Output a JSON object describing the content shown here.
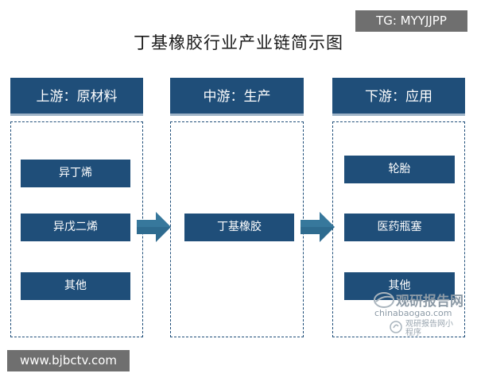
{
  "title": "丁基橡胶行业产业链简示图",
  "tag": "TG: MYYJJPP",
  "footer_url": "www.bjbctv.com",
  "columns": [
    {
      "header": "上游：原材料",
      "items": [
        "异丁烯",
        "异戊二烯",
        "其他"
      ]
    },
    {
      "header": "中游：生产",
      "items": [
        "丁基橡胶"
      ]
    },
    {
      "header": "下游：应用",
      "items": [
        "轮胎",
        "医药瓶塞",
        "其他"
      ]
    }
  ],
  "watermark": {
    "name": "观研报告网",
    "domain": "chinabaogao.com",
    "sub_line1": "观研报告网小",
    "sub_line2": "程序"
  },
  "colors": {
    "primary": "#1f4e79",
    "header_underline": "#9fb4c8",
    "arrow": "#2e6b8f",
    "tag_bg": "#6f6f6f"
  }
}
